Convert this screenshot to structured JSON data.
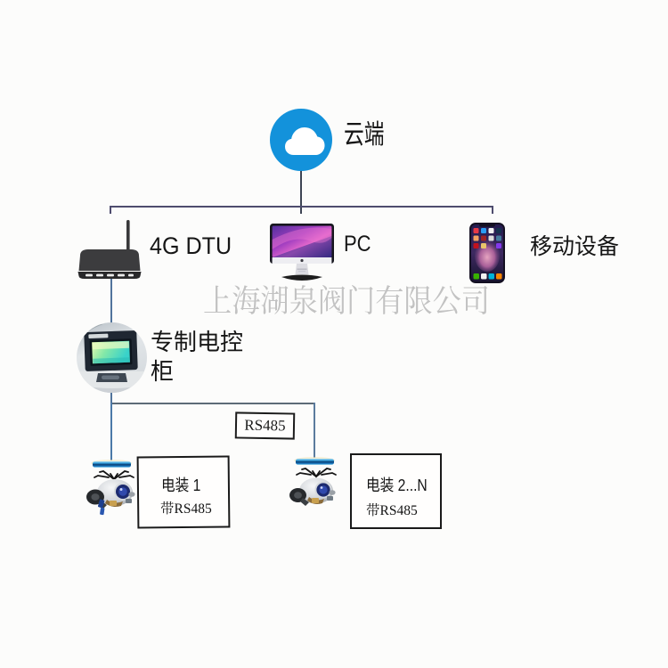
{
  "page": {
    "background": "#fcfcfb",
    "watermark": "上海湖泉阀门有限公司"
  },
  "diagram": {
    "cloud": {
      "label": "云端",
      "color": "#1392db"
    },
    "dtu": {
      "label": "4G DTU"
    },
    "pc": {
      "label": "PC"
    },
    "mobile": {
      "label": "移动设备"
    },
    "cabinet": {
      "label_line1": "专制电控",
      "label_line2": "柜"
    },
    "bus": {
      "label": "RS485"
    },
    "actuator1": {
      "title": "电装 1",
      "subtitle": "带RS485"
    },
    "actuator2": {
      "title": "电装 2...N",
      "subtitle": "带RS485"
    },
    "colors": {
      "connector_top": "#4e4c6e",
      "connector_blue": "#4b79a8",
      "connector_gray": "#5d6b77",
      "box_border": "#1a1a1a"
    }
  }
}
